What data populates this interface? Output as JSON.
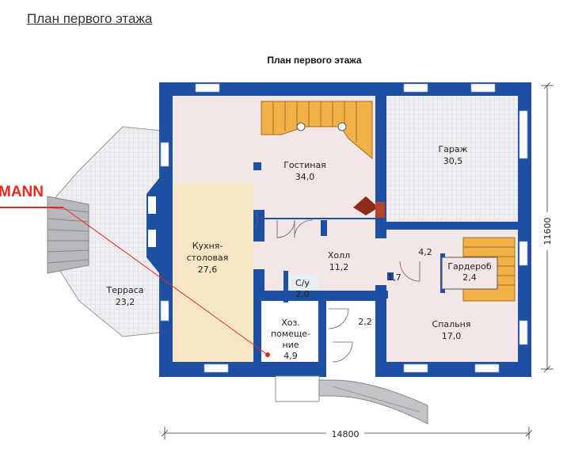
{
  "page_heading": "План первого этажа",
  "plan_title": "План первого этажа",
  "watermark": "MANN",
  "colors": {
    "wall": "#1e4fa3",
    "living": "#f3e6e6",
    "kitchen": "#f5e7c4",
    "grid": "#e9e9ec",
    "stairs": "#f2b049",
    "marker": "#e8281e"
  },
  "rooms": {
    "living": {
      "name": "Гостиная",
      "area": "34,0"
    },
    "garage": {
      "name": "Гараж",
      "area": "30,5"
    },
    "kitchen": {
      "name_line1": "Кухня-",
      "name_line2": "столовая",
      "area": "27,6"
    },
    "hall": {
      "name": "Холл",
      "area": "11,2"
    },
    "hall2": {
      "area": "4,2"
    },
    "closet": {
      "name": "Гардероб",
      "area": "2,4"
    },
    "small": {
      "area": "1,7"
    },
    "wc": {
      "name": "С/у",
      "area": "2,0"
    },
    "terrace": {
      "name": "Терраса",
      "area": "23,2"
    },
    "utility": {
      "name_line1": "Хоз.",
      "name_line2": "помеще-",
      "name_line3": "ние",
      "area": "4,9"
    },
    "vestibule": {
      "area": "2,2"
    },
    "bedroom": {
      "name": "Спальня",
      "area": "17,0"
    }
  },
  "dimensions": {
    "width": "14800",
    "height": "11600"
  }
}
